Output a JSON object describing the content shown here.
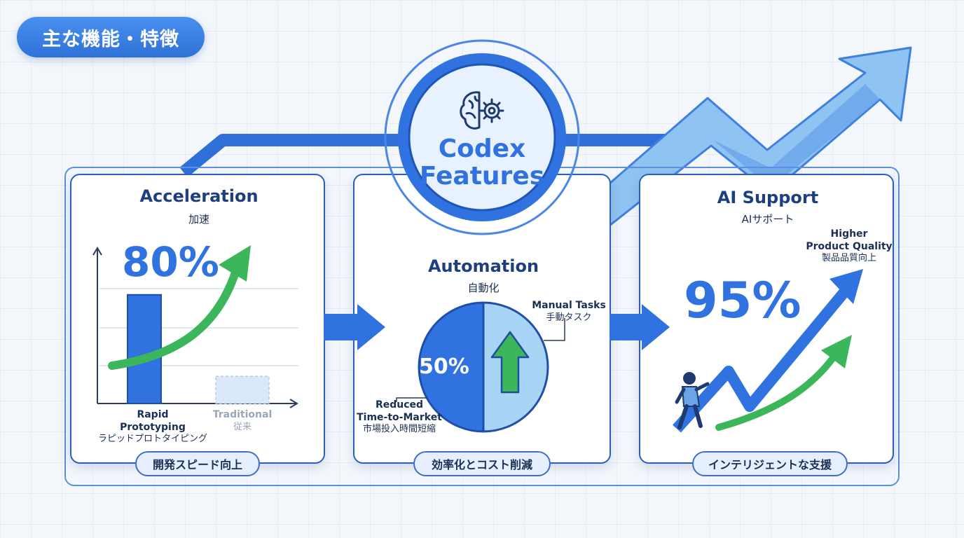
{
  "header": {
    "title": "主な機能・特徴"
  },
  "center": {
    "title_line1": "Codex",
    "title_line2": "Features",
    "icon": "brain-gear-icon"
  },
  "panels": {
    "acceleration": {
      "title": "Acceleration",
      "subtitle": "加速",
      "stat": "80%",
      "bar_rapid_label_line1": "Rapid",
      "bar_rapid_label_line2": "Prototyping",
      "bar_rapid_label_jp": "ラピッドプロトタイピング",
      "bar_traditional_label": "Traditional",
      "bar_traditional_label_jp": "従来",
      "pill": "開発スピード向上"
    },
    "automation": {
      "title": "Automation",
      "subtitle": "自動化",
      "stat": "50%",
      "manual_label": "Manual Tasks",
      "manual_label_jp": "手動タスク",
      "reduced_label_line1": "Reduced",
      "reduced_label_line2": "Time-to-Market",
      "reduced_label_jp": "市場投入時間短縮",
      "pill": "効率化とコスト削減"
    },
    "ai_support": {
      "title": "AI Support",
      "subtitle": "AIサポート",
      "stat": "95%",
      "quality_label_line1": "Higher",
      "quality_label_line2": "Product Quality",
      "quality_label_jp": "製品品質向上",
      "pill": "インテリジェントな支援"
    }
  },
  "chart_data": {
    "type": "bar",
    "categories": [
      "Rapid Prototyping",
      "Traditional"
    ],
    "values": [
      80,
      20
    ],
    "ylim": [
      0,
      100
    ]
  },
  "colors": {
    "accent_blue": "#2f72e0",
    "light_blue": "#a8d4f5",
    "navy": "#1d3f80",
    "green": "#3cb65a"
  }
}
